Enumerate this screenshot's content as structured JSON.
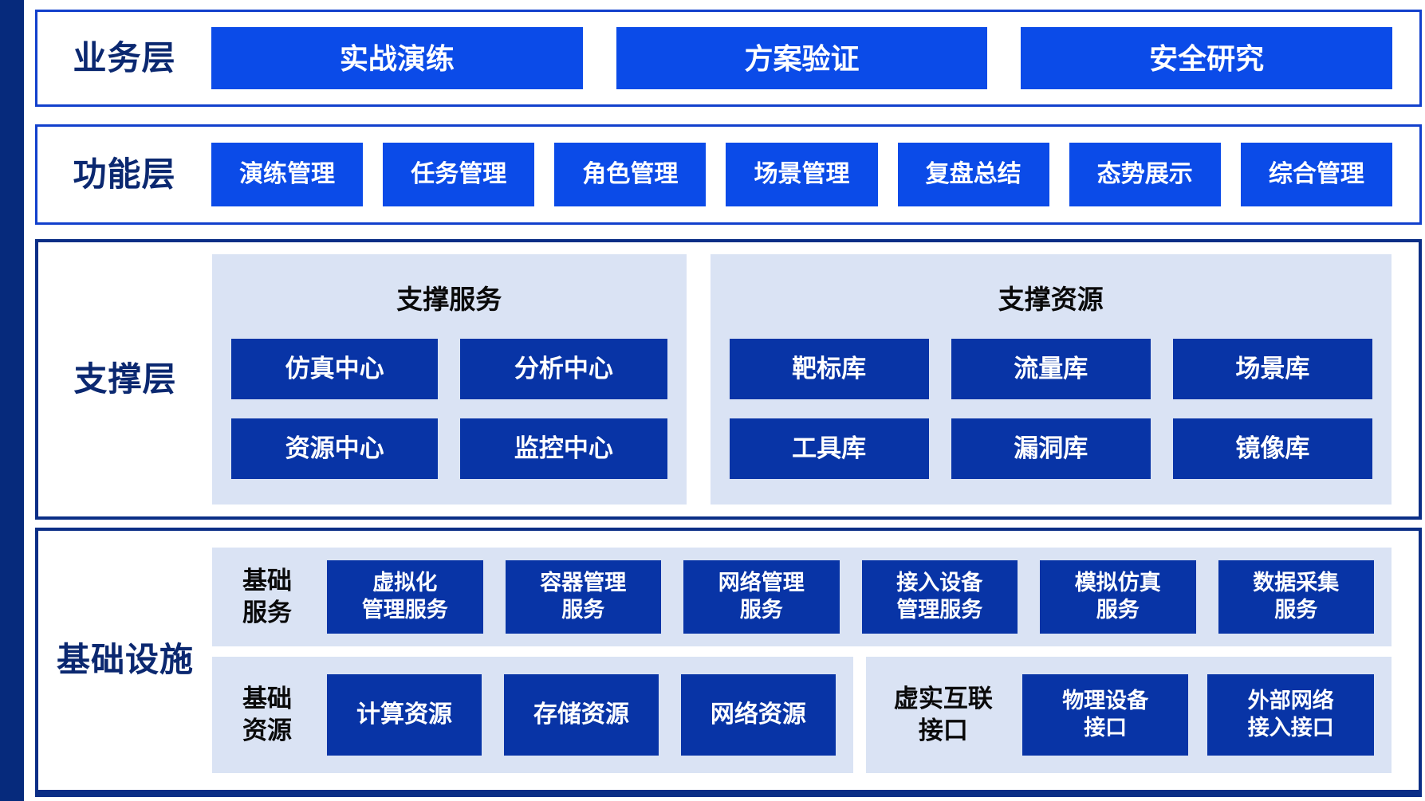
{
  "colors": {
    "bright_blue": "#0B4BE8",
    "navy_box": "#0834A6",
    "panel_bg": "#DAE3F4",
    "side_bar": "#062A7C",
    "border_light_section": "#1240CC",
    "border_dark_section": "#0B2E86",
    "layer_label_text": "#0B2870"
  },
  "layers": {
    "business": {
      "label": "业务层",
      "items": [
        "实战演练",
        "方案验证",
        "安全研究"
      ]
    },
    "function": {
      "label": "功能层",
      "items": [
        "演练管理",
        "任务管理",
        "角色管理",
        "场景管理",
        "复盘总结",
        "态势展示",
        "综合管理"
      ]
    },
    "support": {
      "label": "支撑层",
      "groups": [
        {
          "title": "支撑服务",
          "items": [
            "仿真中心",
            "分析中心",
            "资源中心",
            "监控中心"
          ]
        },
        {
          "title": "支撑资源",
          "items": [
            "靶标库",
            "流量库",
            "场景库",
            "工具库",
            "漏洞库",
            "镜像库"
          ]
        }
      ]
    },
    "infrastructure": {
      "label": "基础设施",
      "rows": [
        {
          "group_label": "基础\n服务",
          "items": [
            "虚拟化\n管理服务",
            "容器管理\n服务",
            "网络管理\n服务",
            "接入设备\n管理服务",
            "模拟仿真\n服务",
            "数据采集\n服务"
          ]
        },
        {
          "group_label": "基础\n资源",
          "items": [
            "计算资源",
            "存储资源",
            "网络资源"
          ]
        },
        {
          "group_label": "虚实互联\n接口",
          "items": [
            "物理设备\n接口",
            "外部网络\n接入接口"
          ]
        }
      ]
    }
  }
}
